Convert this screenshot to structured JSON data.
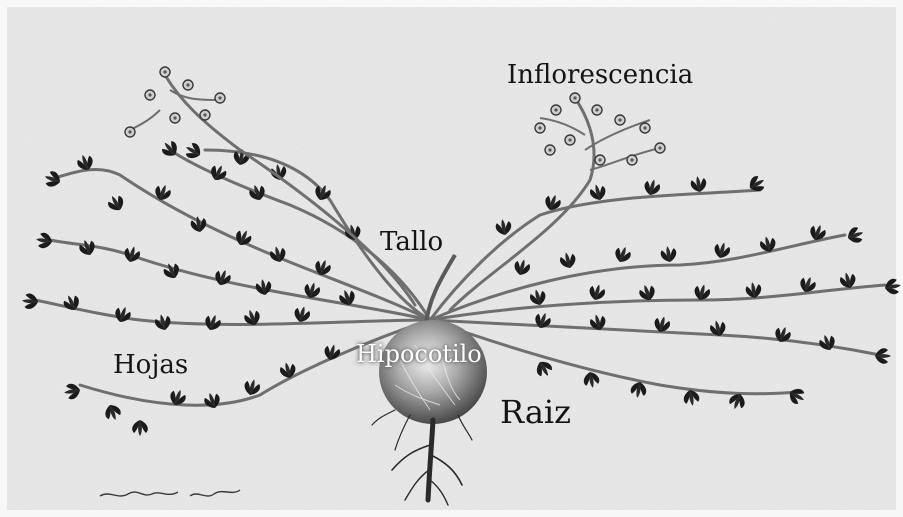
{
  "labels": {
    "inflorescence": "Inflorescencia",
    "stem": "Tallo",
    "leaves": "Hojas",
    "hypocotyl": "Hipocotilo",
    "root": "Raiz"
  },
  "colors": {
    "paper": "#e9e9e9",
    "ink": "#1b1b1b",
    "stem": "#6f6f6f",
    "hypocotyl": "#8a8a8a"
  }
}
